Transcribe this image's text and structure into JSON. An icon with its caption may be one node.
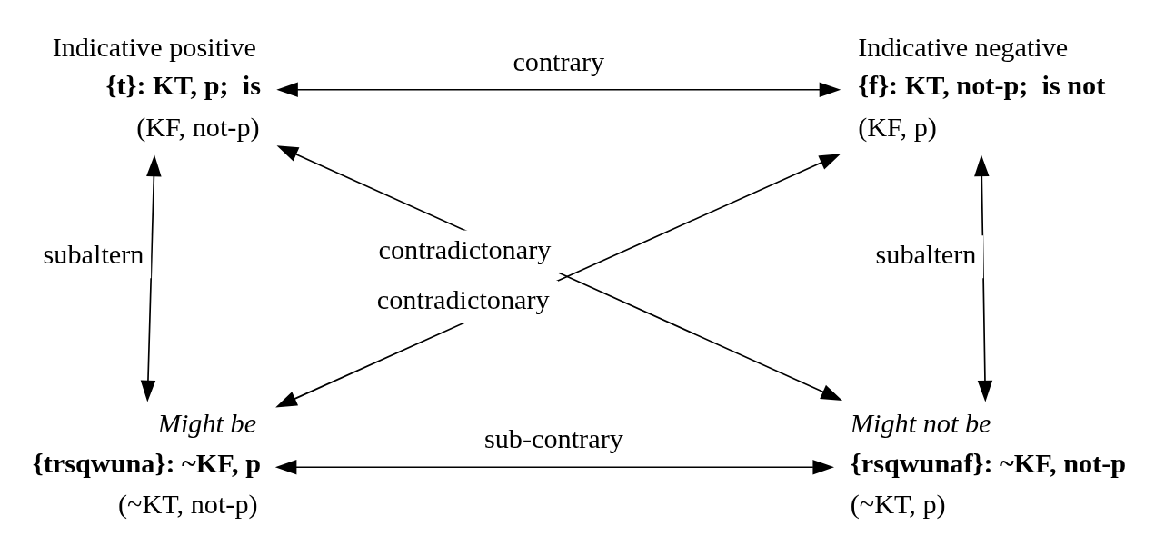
{
  "diagram": {
    "nodes": [
      {
        "text": [
          "Indicative positive",
          "{t}: KT, p;  is",
          "(KF, not-p)"
        ]
      },
      {
        "text": [
          "Indicative negative",
          "{f}: KT, not-p;  is not",
          "(KF, p)"
        ]
      },
      {
        "text": [
          "Might be",
          "{trsqwuna}: ~KF, p",
          "(~KT, not-p)"
        ]
      },
      {
        "text": [
          "Might not be",
          "{rsqwunaf}: ~KF, not-p",
          "(~KT, p)"
        ]
      }
    ],
    "edges": [
      {
        "from": 0,
        "to": 1,
        "arrow": "both",
        "label": "contrary"
      },
      {
        "from": 0,
        "to": 2,
        "arrow": "both",
        "label": "subaltern"
      },
      {
        "from": 1,
        "to": 3,
        "arrow": "both",
        "label": "subaltern"
      },
      {
        "from": 2,
        "to": 1,
        "arrow": "both",
        "label": "contradictonary"
      },
      {
        "from": 0,
        "to": 3,
        "arrow": "both",
        "label": "contradictonary"
      },
      {
        "from": 2,
        "to": 3,
        "arrow": "both",
        "label": "sub-contrary"
      }
    ]
  }
}
